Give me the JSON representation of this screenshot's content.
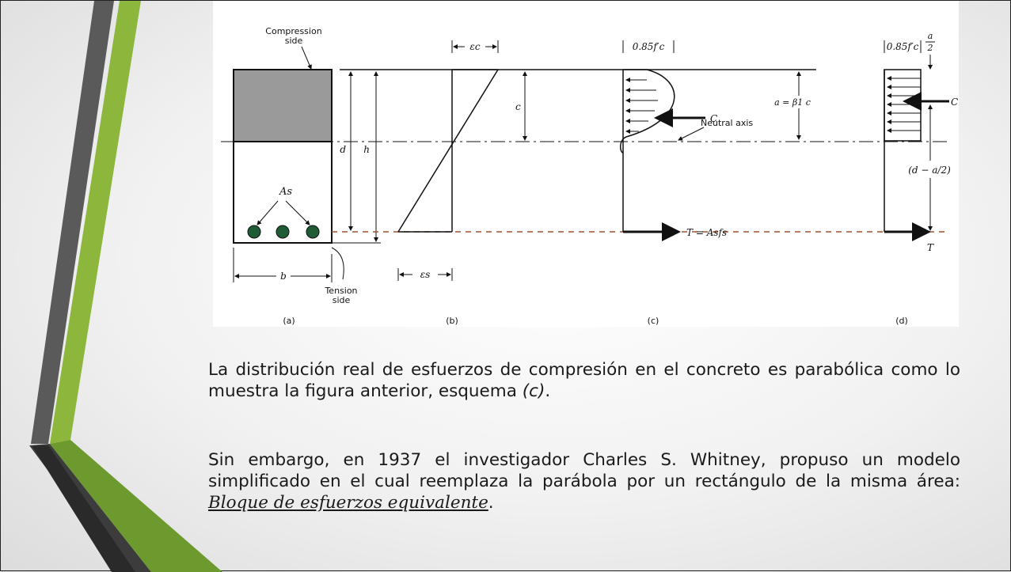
{
  "figure": {
    "labels": {
      "compression_side_line1": "Compression",
      "compression_side_line2": "side",
      "tension_side_line1": "Tension",
      "tension_side_line2": "side",
      "strain_top": "εc",
      "strain_bottom": "εs",
      "stress_c": "0.85f′c",
      "stress_d": "0.85f′c",
      "dim_c": "c",
      "dim_d": "d",
      "dim_h": "h",
      "dim_b": "b",
      "steel_area": "As",
      "force_C_c": "C",
      "force_C_d": "C",
      "force_T_c": "T = Asfs",
      "force_T_d": "T",
      "neutral_axis": "Neutral axis",
      "a_eq": "a = β1 c",
      "a_half_num": "a",
      "a_half_den": "2",
      "lever_arm": "(d − a/2)"
    },
    "captions": [
      "(a)",
      "(b)",
      "(c)",
      "(d)"
    ],
    "colors": {
      "compression_block": "#9a9a9a",
      "rebar": "#1f5c36",
      "dashed_steel_line": "#a0522d"
    }
  },
  "text": {
    "para1_a": "La distribución real de esfuerzos de compresión en el concreto es parabólica como lo muestra la figura anterior, esquema ",
    "para1_italic": "(c)",
    "para1_b": ".",
    "para2_a": "Sin embargo, en 1937 el investigador Charles S. Whitney, propuso un modelo simplificado en el cual reemplaza la parábola por un rectángulo de la misma área: ",
    "para2_link": "Bloque de esfuerzos equivalente",
    "para2_b": "."
  }
}
